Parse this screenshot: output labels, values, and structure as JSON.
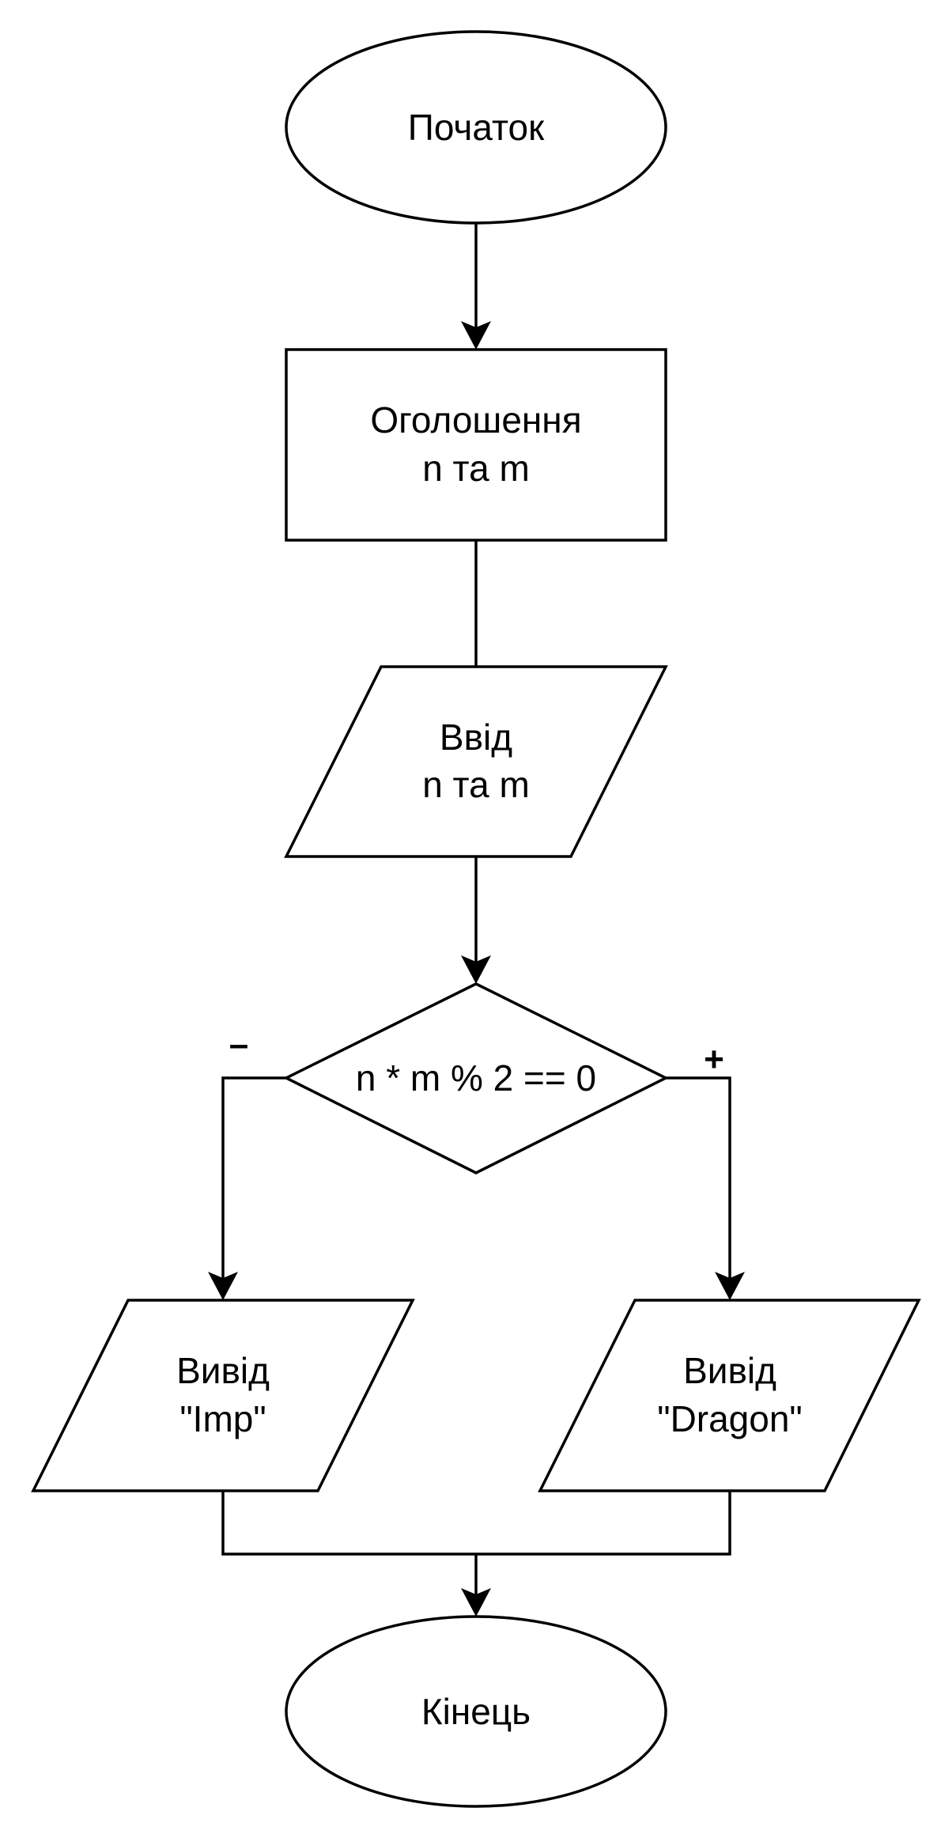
{
  "flowchart": {
    "start": "Початок",
    "declare": {
      "line1": "Оголошення",
      "line2": "n та m"
    },
    "input": {
      "line1": "Ввід",
      "line2": "n та m"
    },
    "condition": "n * m % 2 == 0",
    "false_label": "–",
    "true_label": "+",
    "output_false": {
      "line1": "Вивід",
      "line2": "\"Imp\""
    },
    "output_true": {
      "line1": "Вивід",
      "line2": "\"Dragon\""
    },
    "end": "Кінець"
  }
}
